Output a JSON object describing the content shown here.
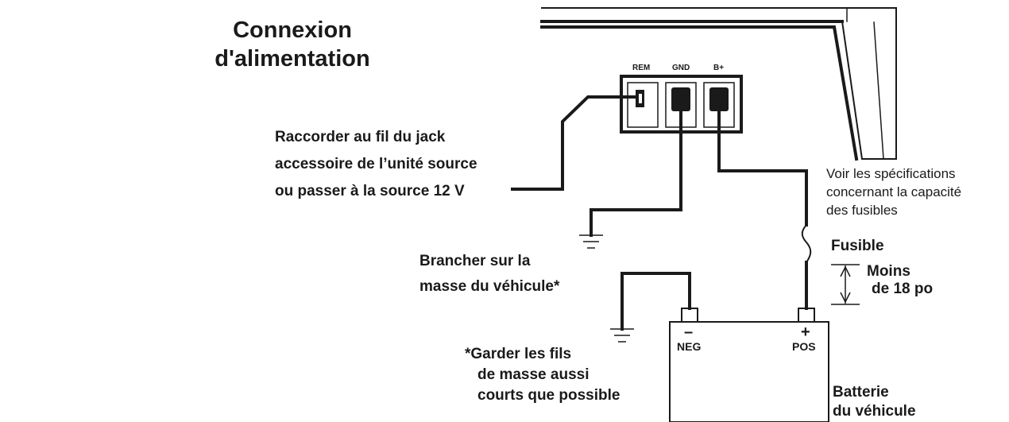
{
  "title": {
    "line1": "Connexion",
    "line2": "d'alimentation"
  },
  "terminals": {
    "rem": "REM",
    "gnd": "GND",
    "bplus": "B+"
  },
  "labels": {
    "remote": [
      "Raccorder au fil du jack",
      "accessoire de l’unité source",
      "ou passer à la source 12 V"
    ],
    "chassis_ground": [
      "Brancher sur la",
      "masse du véhicule*"
    ],
    "short_wires_note": [
      "*Garder les fils",
      "de masse aussi",
      "courts que possible"
    ],
    "fuse_spec": [
      "Voir les spécifications",
      "concernant la capacité",
      "des fusibles"
    ],
    "fuse": "Fusible",
    "distance": [
      "Moins",
      "de 18 po"
    ],
    "battery": [
      "Batterie",
      "du véhicule"
    ]
  },
  "battery": {
    "neg_symbol": "–",
    "neg_label": "NEG",
    "pos_symbol": "+",
    "pos_label": "POS"
  },
  "colors": {
    "line": "#1a1a1a",
    "background": "#ffffff"
  }
}
